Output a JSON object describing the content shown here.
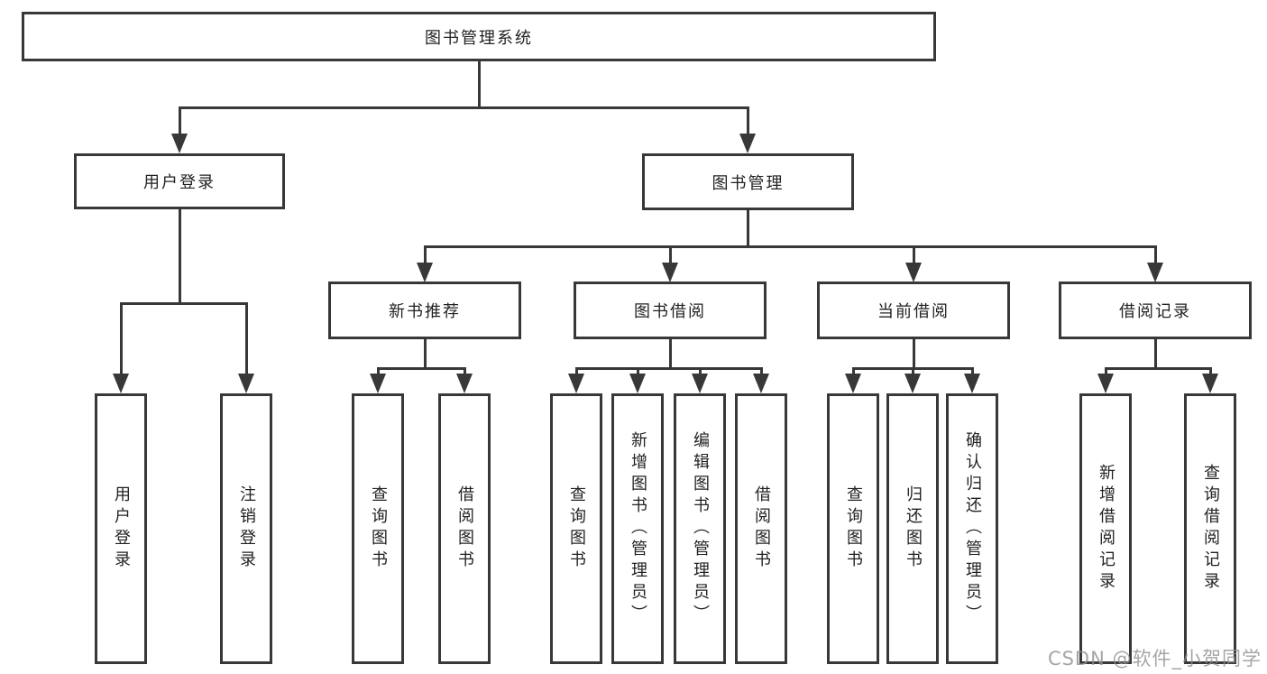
{
  "diagram": {
    "root": {
      "label": "图书管理系统"
    },
    "branches": [
      {
        "label": "用户登录",
        "children": [
          {
            "label": "用户登录"
          },
          {
            "label": "注销登录"
          }
        ]
      },
      {
        "label": "图书管理",
        "children": [
          {
            "label": "新书推荐",
            "children": [
              {
                "label": "查询图书"
              },
              {
                "label": "借阅图书"
              }
            ]
          },
          {
            "label": "图书借阅",
            "children": [
              {
                "label": "查询图书"
              },
              {
                "label": "新增图书（管理员）"
              },
              {
                "label": "编辑图书（管理员）"
              },
              {
                "label": "借阅图书"
              }
            ]
          },
          {
            "label": "当前借阅",
            "children": [
              {
                "label": "查询图书"
              },
              {
                "label": "归还图书"
              },
              {
                "label": "确认归还（管理员）"
              }
            ]
          },
          {
            "label": "借阅记录",
            "children": [
              {
                "label": "新增借阅记录"
              },
              {
                "label": "查询借阅记录"
              }
            ]
          }
        ]
      }
    ],
    "watermark": "CSDN @软件_小贺同学",
    "colors": {
      "line": "#383838",
      "text": "#222222",
      "box_bg": "#ffffff",
      "watermark": "#8f8f8f",
      "background": "#ffffff"
    }
  }
}
